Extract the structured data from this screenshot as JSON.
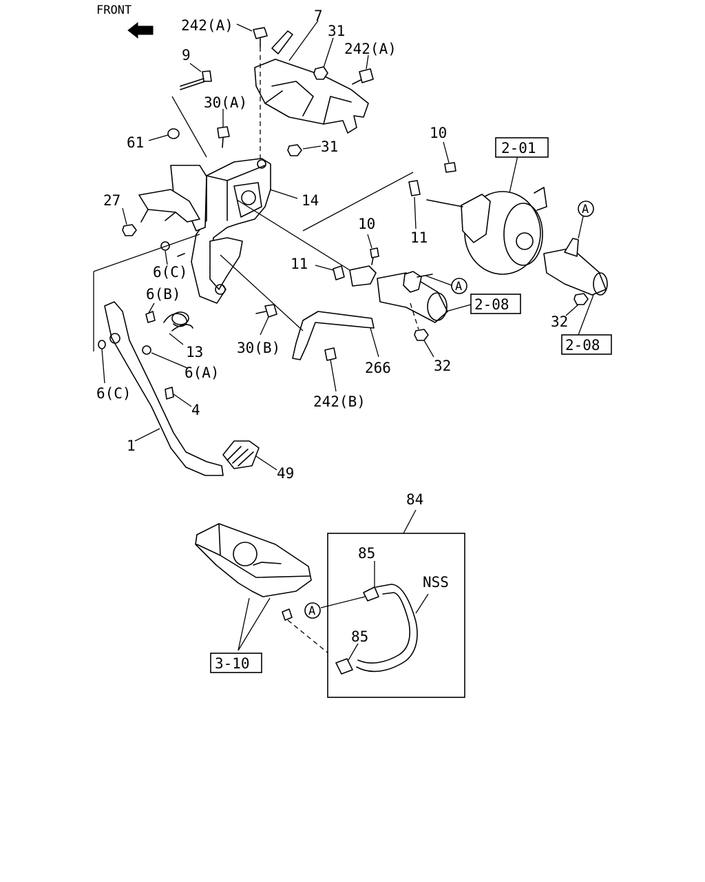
{
  "front_label": "FRONT",
  "labels": {
    "l242a_top": "242(A)",
    "l7": "7",
    "l31_top": "31",
    "l242a_right": "242(A)",
    "l9": "9",
    "l30a": "30(A)",
    "l61": "61",
    "l31_mid": "31",
    "l10_top": "10",
    "l2_01": "2-01",
    "l27": "27",
    "l14": "14",
    "l11_right": "11",
    "lA_booster": "A",
    "l10_mid": "10",
    "l6c_upper": "6(C)",
    "l11_left": "11",
    "lA_cyl": "A",
    "l6b": "6(B)",
    "l2_08_mid": "2-08",
    "l32_right": "32",
    "l30b": "30(B)",
    "l13": "13",
    "l2_08_right": "2-08",
    "l266": "266",
    "l32_mid": "32",
    "l6a": "6(A)",
    "l6c_lower": "6(C)",
    "l4": "4",
    "l242b": "242(B)",
    "l1": "1",
    "l49": "49",
    "l84": "84",
    "l85_top": "85",
    "lNSS": "NSS",
    "lA_hose": "A",
    "l85_bottom": "85",
    "l3_10": "3-10"
  }
}
